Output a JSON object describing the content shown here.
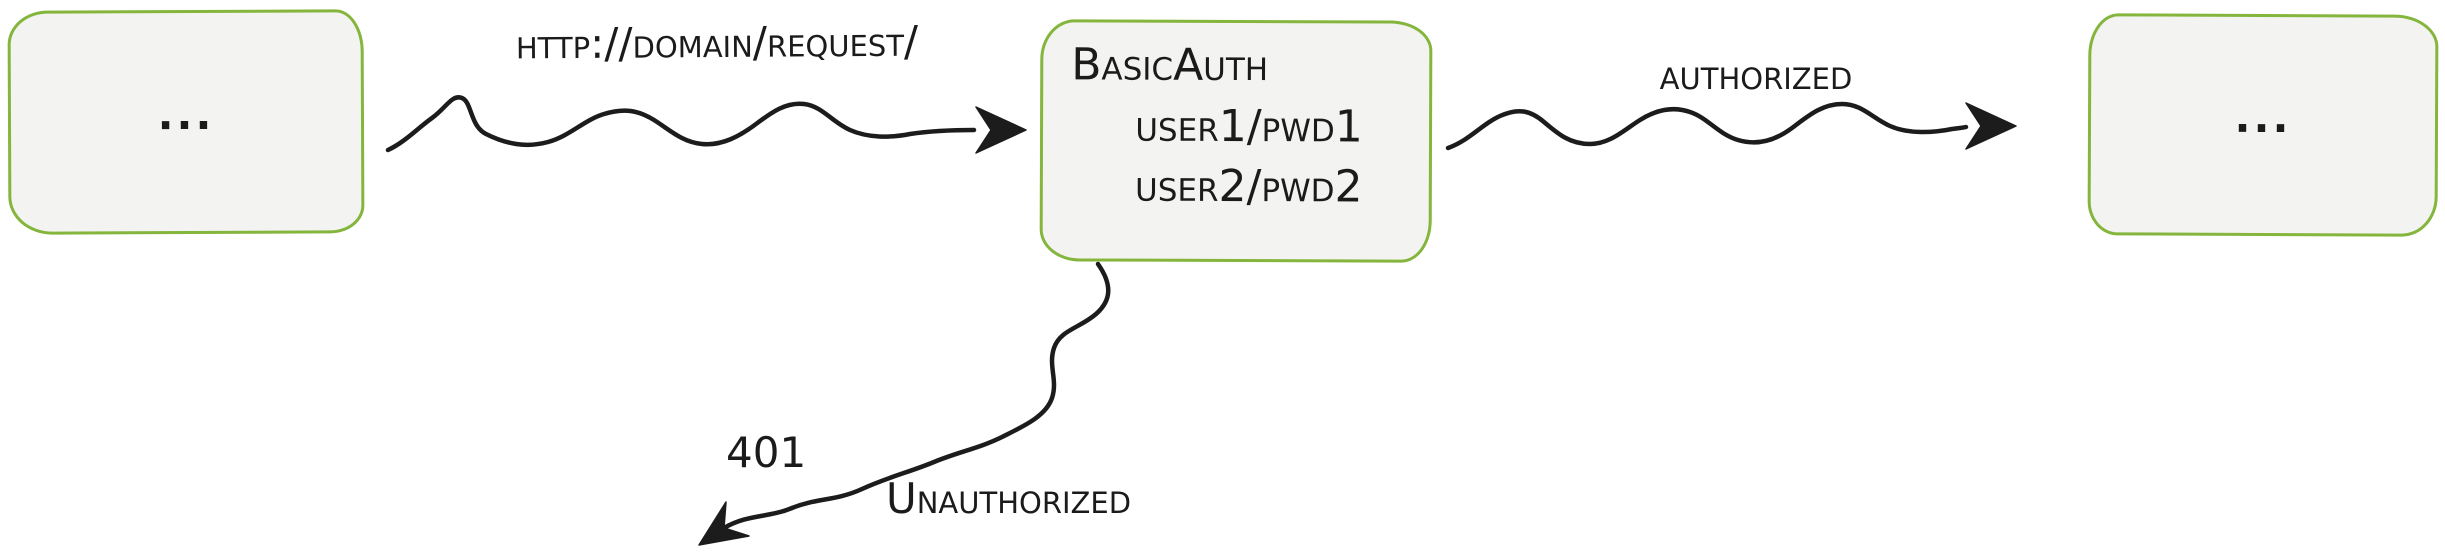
{
  "nodes": {
    "client": {
      "label": "..."
    },
    "basic_auth": {
      "title": "BasicAuth",
      "users": [
        "user1/pwd1",
        "user2/pwd2"
      ]
    },
    "server": {
      "label": "..."
    }
  },
  "edges": {
    "request": {
      "label": "http://domain/request/"
    },
    "authorized": {
      "label": "authorized"
    },
    "unauthorized": {
      "code": "401",
      "label": "Unauthorized"
    }
  },
  "colors": {
    "node_border": "#84b53c",
    "node_fill": "#f3f3f1",
    "arrow_stroke": "#1c1c1c",
    "text": "#1b1b1b"
  }
}
